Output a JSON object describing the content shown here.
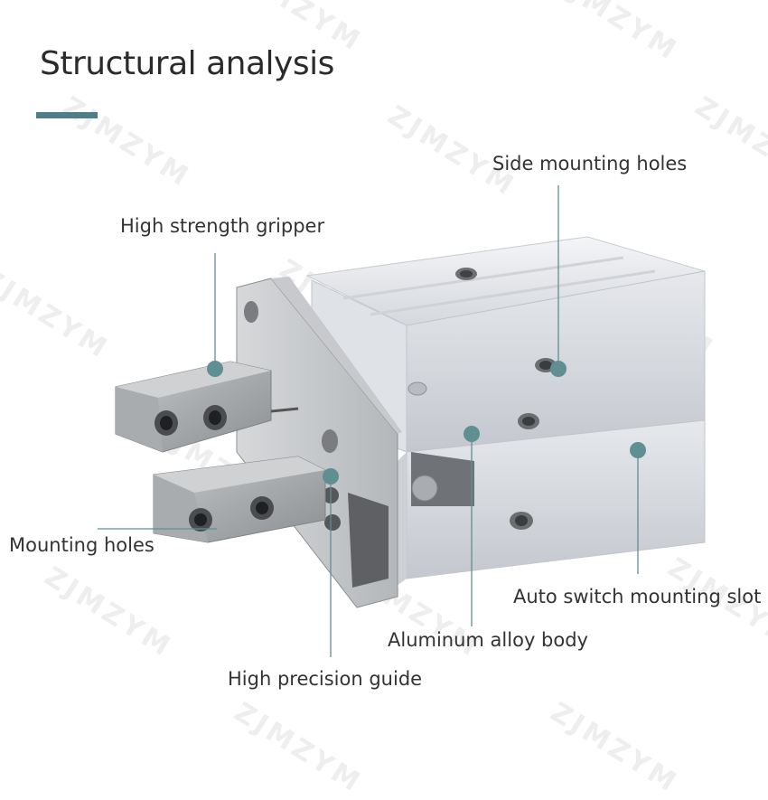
{
  "title": "Structural analysis",
  "labels": {
    "gripper": "High strength gripper",
    "side_holes": "Side mounting holes",
    "mounting_holes": "Mounting holes",
    "auto_switch": "Auto switch mounting slot",
    "body": "Aluminum alloy body",
    "guide": "High precision guide"
  },
  "watermark": "ZJMZYM",
  "colors": {
    "accent": "#4f7f86",
    "pointer": "#5f8e93"
  }
}
